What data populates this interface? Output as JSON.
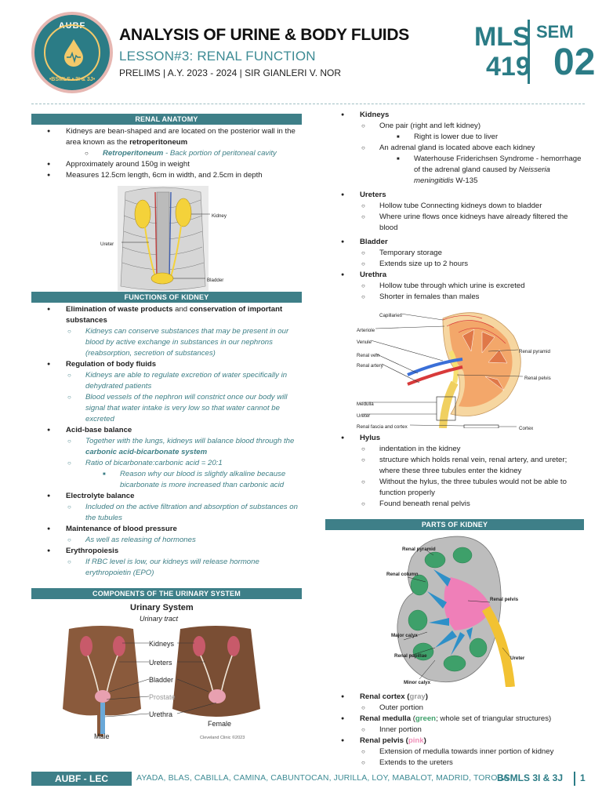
{
  "header": {
    "logo_top": "AUBF",
    "logo_bottom": "•BSMLS • 3I & 3J•",
    "title": "ANALYSIS OF URINE & BODY FLUIDS",
    "lesson": "LESSON#3: RENAL FUNCTION",
    "prelims": "PRELIMS | A.Y. 2023 - 2024 | SIR GIANLERI V. NOR",
    "code_mls": "MLS",
    "code_num": "419",
    "code_sem": "SEM",
    "code_sem_num": "02"
  },
  "colors": {
    "accent": "#3e7f88",
    "teal_text": "#3d7f86",
    "logo_ring": "#e6b7b2",
    "gold": "#f3c96a"
  },
  "renal_anatomy": {
    "heading": "RENAL ANATOMY",
    "b1_text": "Kidneys are bean-shaped and are located on the posterior wall in the area known as the ",
    "b1_bold": "retroperitoneum",
    "b1_sub_term": "Retroperitoneum",
    "b1_sub_def": " - Back portion of peritoneal cavity",
    "b2": "Approximately around 150g in weight",
    "b3": "Measures 12.5cm length, 6cm in width, and 2.5cm in depth",
    "fig_labels": {
      "kidney": "Kidney",
      "ureter": "Ureter",
      "bladder": "Bladder"
    }
  },
  "functions": {
    "heading": "FUNCTIONS OF KIDNEY",
    "f1_a": "Elimination of waste products",
    "f1_b": " and ",
    "f1_c": "conservation of important substances",
    "f1_s1": "Kidneys can conserve substances that may be present in our blood by active exchange in substances in our nephrons (reabsorption, secretion of substances)",
    "f2": "Regulation of body fluids",
    "f2_s1": "Kidneys are able to regulate excretion of water specifically in dehydrated patients",
    "f2_s2": "Blood vessels of the nephron will constrict once our body will signal that water intake is very low so that water cannot be excreted",
    "f3": "Acid-base balance",
    "f3_s1_a": "Together with the lungs, kidneys will balance blood through the ",
    "f3_s1_b": "carbonic acid-bicarbonate system",
    "f3_s2": "Ratio of bicarbonate:carbonic acid = 20:1",
    "f3_s2_sub": "Reason why our blood is slightly alkaline because bicarbonate is more increased than carbonic acid",
    "f4": "Electrolyte balance",
    "f4_s1": "Included on the active filtration and absorption of substances on the tubules",
    "f5": "Maintenance of blood pressure",
    "f5_s1": "As well as releasing of hormones",
    "f6": "Erythropoiesis",
    "f6_s1": "If RBC level is low, our kidneys will release hormone erythropoietin (EPO)"
  },
  "components": {
    "heading": "COMPONENTS OF THE URINARY SYSTEM",
    "fig_title": "Urinary System",
    "fig_subtitle": "Urinary tract",
    "labels": {
      "kidneys": "Kidneys",
      "ureters": "Ureters",
      "bladder": "Bladder",
      "prostate": "Prostate",
      "urethra": "Urethra",
      "male": "Male",
      "female": "Female",
      "credit": "Cleveland Clinic ©2023"
    }
  },
  "right": {
    "kidneys": "Kidneys",
    "kid_s1": "One pair (right and left kidney)",
    "kid_s1_sub": "Right is lower due to liver",
    "kid_s2": "An adrenal gland is located above each kidney",
    "kid_s2_sub_a": "Waterhouse Friderichsen Syndrome - hemorrhage of the adrenal gland caused by ",
    "kid_s2_sub_b": "Neisseria meningitidis",
    "kid_s2_sub_c": " W-135",
    "ureters": "Ureters",
    "ure_s1": "Hollow tube Connecting kidneys down to bladder",
    "ure_s2": "Where urine flows once kidneys have already filtered the blood",
    "bladder": "Bladder",
    "bla_s1": "Temporary storage",
    "bla_s2": "Extends size up to 2 hours",
    "urethra": "Urethra",
    "uret_s1": "Hollow tube through which urine is excreted",
    "uret_s2": "Shorter in females than males",
    "kidney_fig": {
      "capillaries": "Capillaries",
      "arteriole": "Arteriole",
      "venule": "Venule",
      "renal_vein": "Renal vein",
      "renal_artery": "Renal artery",
      "renal_pyramid": "Renal pyramid",
      "renal_pelvis": "Renal pelvis",
      "medulla": "Medulla",
      "ureter": "Ureter",
      "renal_fascia": "Renal fascia and cortex",
      "cortex": "Cortex"
    },
    "hylus": "Hylus",
    "hy_s1": "indentation in the kidney",
    "hy_s2": "structure which holds renal vein, renal artery, and ureter; where these three tubules enter the kidney",
    "hy_s3": "Without the hylus, the three tubules would not be able to function properly",
    "hy_s4": "Found beneath renal pelvis"
  },
  "parts": {
    "heading": "PARTS OF KIDNEY",
    "fig": {
      "renal_pyramid": "Renal pyramid",
      "renal_column": "Renal column",
      "renal_pelvis": "Renal pelvis",
      "major_calyx": "Major calyx",
      "renal_papillae": "Renal papillae",
      "ureter": "Ureter",
      "minor_calyx": "Minor calyx"
    },
    "cortex_label": "Renal cortex",
    "cortex_color": "gray",
    "cortex_s1": "Outer portion",
    "medulla_label": "Renal medulla",
    "medulla_color": "green",
    "medulla_note": "; whole set of triangular structures)",
    "medulla_s1": "Inner portion",
    "pelvis_label": "Renal pelvis",
    "pelvis_color": "pink",
    "pelvis_s1": "Extension of medulla towards inner portion of kidney",
    "pelvis_s2": "Extends to the ureters"
  },
  "footer": {
    "left": "AUBF - LEC",
    "names": "AYADA, BLAS, CABILLA, CAMINA, CABUNTOCAN, JURILLA, LOY, MABALOT, MADRID, TOROBA",
    "section": "BSMLS 3I & 3J",
    "page": "1"
  }
}
